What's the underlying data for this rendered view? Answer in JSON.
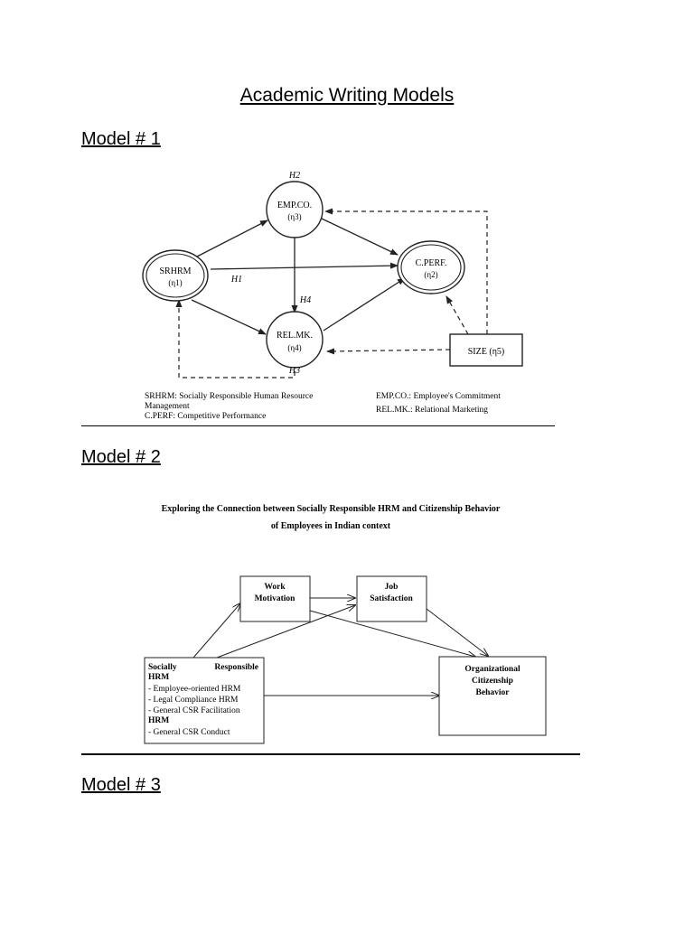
{
  "document": {
    "title": "Academic Writing Models",
    "headings": [
      "Model # 1",
      "Model # 2",
      "Model # 3"
    ]
  },
  "model1": {
    "nodes": {
      "srhrm": {
        "label": "SRHRM",
        "sub": "(η1)"
      },
      "empco": {
        "label": "EMP.CO.",
        "sub": "(η3)"
      },
      "cperf": {
        "label": "C.PERF.",
        "sub": "(η2)"
      },
      "relmk": {
        "label": "REL.MK.",
        "sub": "(η4)"
      },
      "size": {
        "label": "SIZE (η5)"
      }
    },
    "hypotheses": {
      "h1": "H1",
      "h2": "H2",
      "h3": "H3",
      "h4": "H4"
    },
    "legend": {
      "srhrm_line1": "SRHRM: Socially Responsible Human Resource",
      "srhrm_line2": "Management",
      "cperf": "C.PERF: Competitive Performance",
      "empco": "EMP.CO.: Employee's Commitment",
      "relmk": "REL.MK.: Relational Marketing"
    }
  },
  "model2": {
    "title_line1": "Exploring the Connection between Socially Responsible HRM and Citizenship Behavior",
    "title_line2": "of Employees in Indian context",
    "boxes": {
      "work_motivation": [
        "Work",
        "Motivation"
      ],
      "job_satisfaction": [
        "Job",
        "Satisfaction"
      ],
      "srhrm": {
        "line1_left": "Socially",
        "line1_right": "Responsible",
        "line2": "HRM",
        "items": [
          "- Employee-oriented HRM",
          "- Legal Compliance HRM",
          "- General CSR Facilitation",
          "HRM",
          "- General CSR Conduct"
        ]
      },
      "ocb": [
        "Organizational",
        "Citizenship",
        "Behavior"
      ]
    }
  }
}
